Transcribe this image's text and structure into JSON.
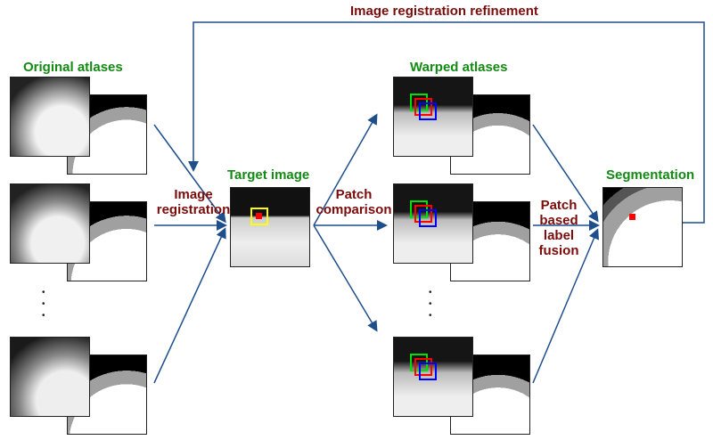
{
  "title": "Image registration refinement",
  "stages": {
    "original": "Original atlases",
    "target": "Target image",
    "warped": "Warped atlases",
    "segmentation": "Segmentation"
  },
  "steps": {
    "registration": [
      "Image",
      "registration"
    ],
    "comparison": [
      "Patch",
      "comparison"
    ],
    "fusion": [
      "Patch",
      "based",
      "label",
      "fusion"
    ]
  },
  "ellipsis": "•\n•\n•",
  "colors": {
    "stage_label": "#138a13",
    "step_label": "#7a0c0c",
    "arrow": "#1f4e8c",
    "patch_target": "#ffff00",
    "patch_green": "#00e000",
    "patch_red": "#ff0000",
    "patch_blue": "#0000ff"
  }
}
